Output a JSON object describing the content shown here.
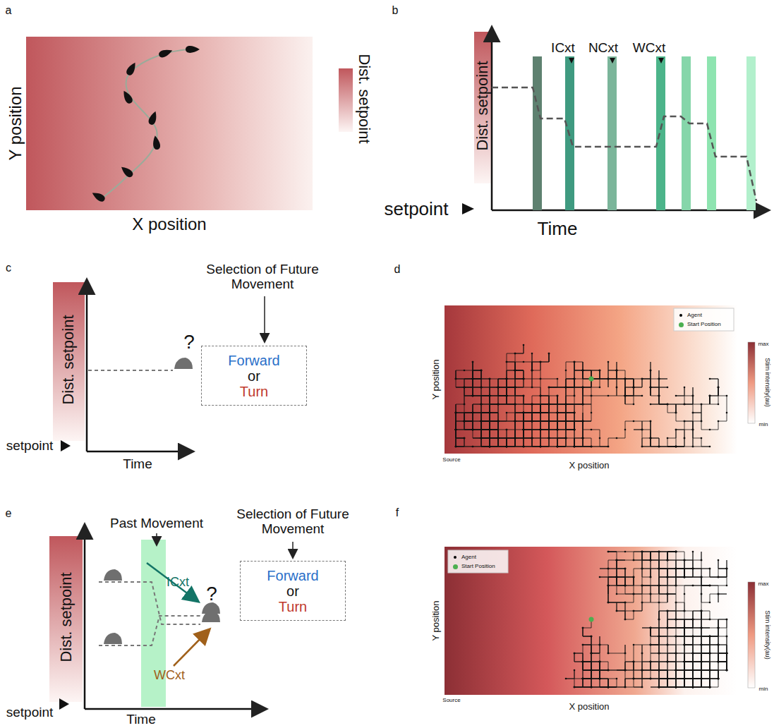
{
  "diagram": {
    "nodes": [
      {
        "text": [
          "Forward",
          "or",
          "Turn"
        ]
      },
      {
        "text": [
          "Forward",
          "or",
          "Turn"
        ]
      }
    ],
    "labels": [
      "a",
      "Y position",
      "X position",
      "Dist. setpoint",
      "b",
      "Dist. setpoint",
      "ICxt",
      "NCxt",
      "WCxt",
      "setpoint",
      "Time",
      "c",
      "Dist. setpoint",
      "setpoint",
      "Time",
      "?",
      "Selection of Future Movement",
      "d",
      "Y position",
      "X position",
      "Source",
      "max",
      "min",
      "Stim intensity(au)",
      "e",
      "Past Movement",
      "ICxt",
      "WCxt",
      "?",
      "Selection of Future Movement",
      "Dist. setpoint",
      "setpoint",
      "Time",
      "f",
      "Y position",
      "X position",
      "Source",
      "max",
      "min",
      "Stim intensity(au)"
    ],
    "legend": [
      {
        "text": "Agent",
        "color": "#000000"
      },
      {
        "text": "Start Position",
        "color": "#4caf50"
      },
      {
        "text": "Agent",
        "color": "#000000"
      },
      {
        "text": "Start Position",
        "color": "#4caf50"
      }
    ]
  }
}
